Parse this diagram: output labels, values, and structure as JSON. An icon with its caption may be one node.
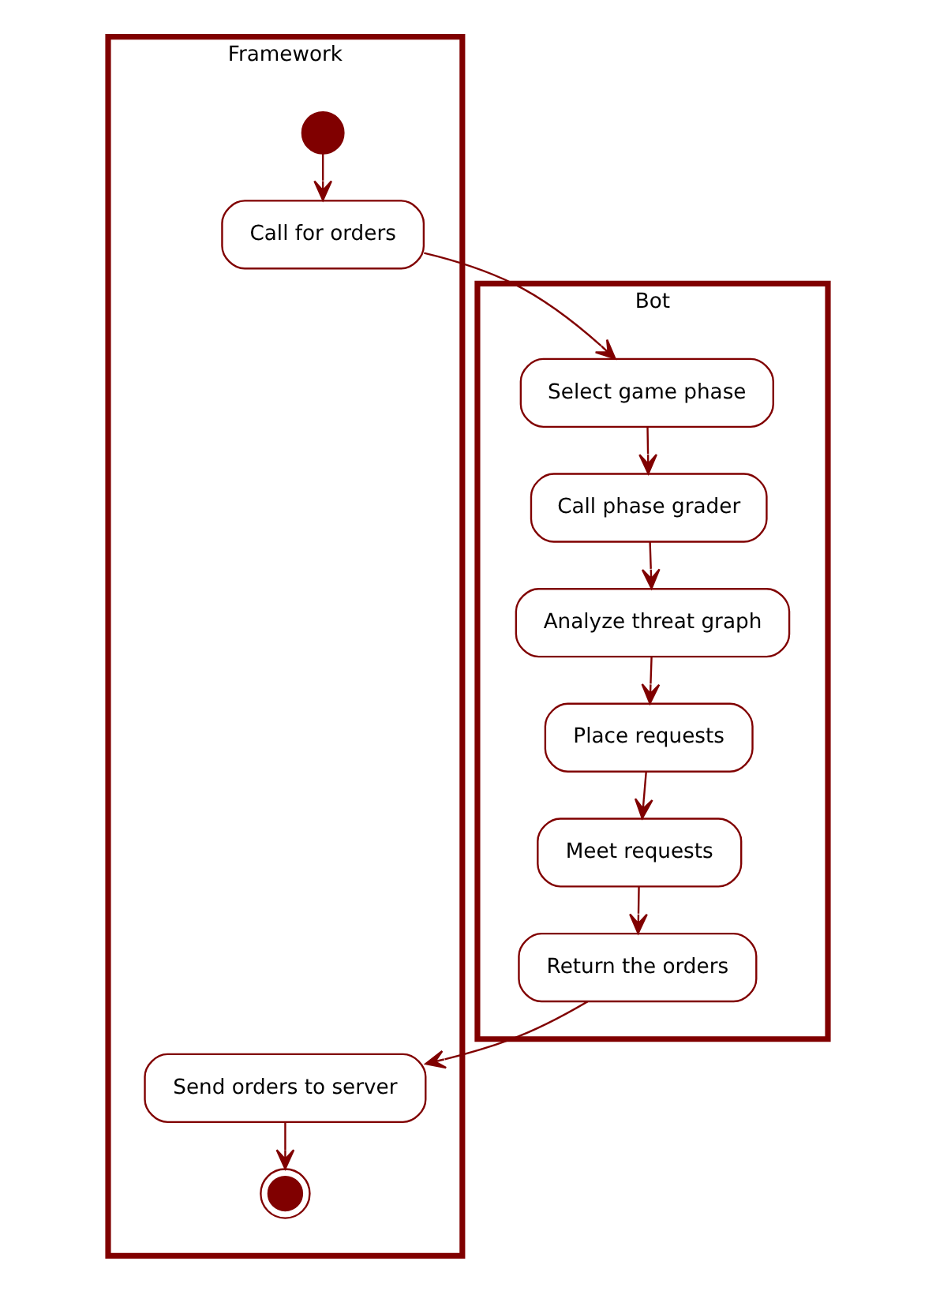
{
  "diagram": {
    "nodes": [
      {
        "text": [
          "Framework"
        ]
      },
      {
        "text": [
          "Bot"
        ]
      },
      {
        "text": [],
        "shape": "circle",
        "in": 0
      },
      {
        "text": [
          "Call for orders"
        ],
        "in": 0
      },
      {
        "text": [
          "Select game phase"
        ],
        "in": 1
      },
      {
        "text": [
          "Call phase grader"
        ],
        "in": 1
      },
      {
        "text": [
          "Analyze threat graph"
        ],
        "in": 1
      },
      {
        "text": [
          "Place requests"
        ],
        "in": 1
      },
      {
        "text": [
          "Meet requests"
        ],
        "in": 1
      },
      {
        "text": [
          "Return the orders"
        ],
        "in": 1
      },
      {
        "text": [
          "Send orders to server"
        ],
        "in": 0
      },
      {
        "text": [],
        "shape": "circle",
        "in": 0
      }
    ],
    "edges": [
      {
        "from": 2,
        "to": 3,
        "arrow": "to"
      },
      {
        "from": 3,
        "to": 4,
        "arrow": "to"
      },
      {
        "from": 4,
        "to": 5,
        "arrow": "to"
      },
      {
        "from": 5,
        "to": 6,
        "arrow": "to"
      },
      {
        "from": 6,
        "to": 7,
        "arrow": "to"
      },
      {
        "from": 7,
        "to": 8,
        "arrow": "to"
      },
      {
        "from": 8,
        "to": 9,
        "arrow": "to"
      },
      {
        "from": 9,
        "to": 10,
        "arrow": "to"
      },
      {
        "from": 10,
        "to": 11,
        "arrow": "to"
      }
    ]
  }
}
